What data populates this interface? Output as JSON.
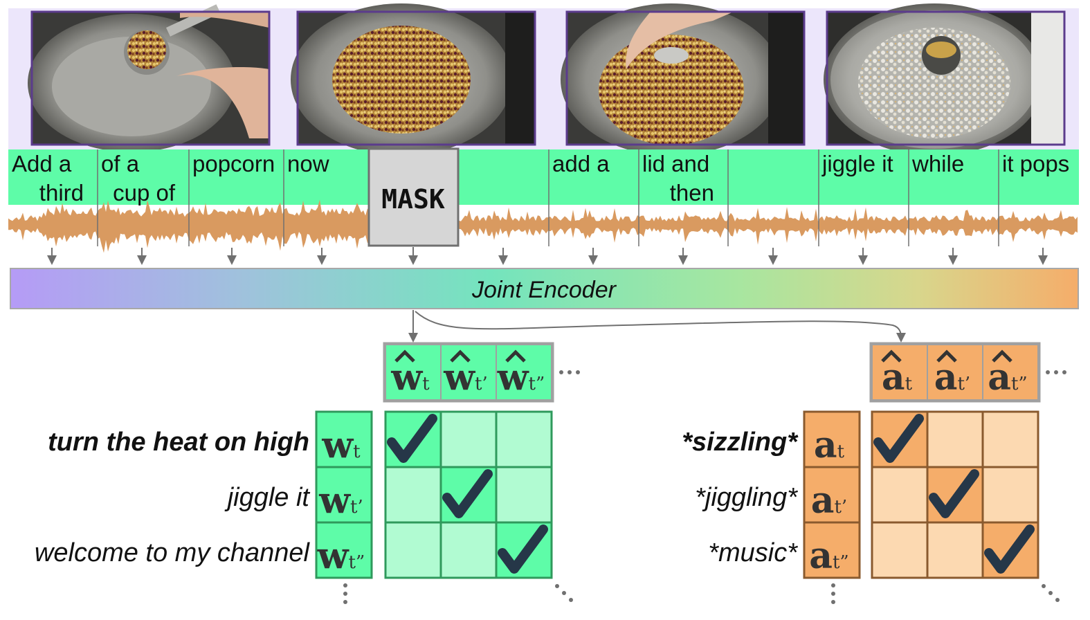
{
  "segments": [
    {
      "line1": "Add a",
      "line2": "third"
    },
    {
      "line1": "of a",
      "line2": "cup of"
    },
    {
      "line1": "popcorn",
      "line2": ""
    },
    {
      "line1": "now",
      "line2": ""
    },
    {
      "line1": "",
      "line2": ""
    },
    {
      "line1": "add a",
      "line2": ""
    },
    {
      "line1": "lid and",
      "line2": "then"
    },
    {
      "line1": "",
      "line2": ""
    },
    {
      "line1": "jiggle it",
      "line2": ""
    },
    {
      "line1": "while",
      "line2": ""
    },
    {
      "line1": "it pops",
      "line2": ""
    }
  ],
  "mask_label": "MASK",
  "encoder_label": "Joint Encoder",
  "text_matrix": {
    "pred_base": "w",
    "sub": [
      "t",
      "t’",
      "t”"
    ],
    "row_labels": [
      "turn the heat on high",
      "jiggle it",
      "welcome to my channel"
    ],
    "row_base": "w"
  },
  "audio_matrix": {
    "pred_base": "a",
    "sub": [
      "t",
      "t’",
      "t”"
    ],
    "row_labels": [
      "*sizzling*",
      "*jiggling*",
      "*music*"
    ],
    "row_base": "a"
  },
  "icons": {
    "check": "checkmark-icon",
    "frames": [
      "pot-measuring-cup-frame",
      "pot-kernels-frame",
      "hand-stirring-kernels-frame",
      "lid-popping-frame"
    ],
    "dots": "ellipsis-dots"
  },
  "colors": {
    "green_strip": "#5efca8",
    "green_cell": "#5efca8",
    "green_light": "#b1fbd2",
    "orange_cell": "#f5ad6a",
    "orange_light": "#fcd9b1",
    "waveform": "#d99a60",
    "frame_border": "#5b3b8c",
    "check": "#263748",
    "mask_fill": "#d6d6d6"
  }
}
